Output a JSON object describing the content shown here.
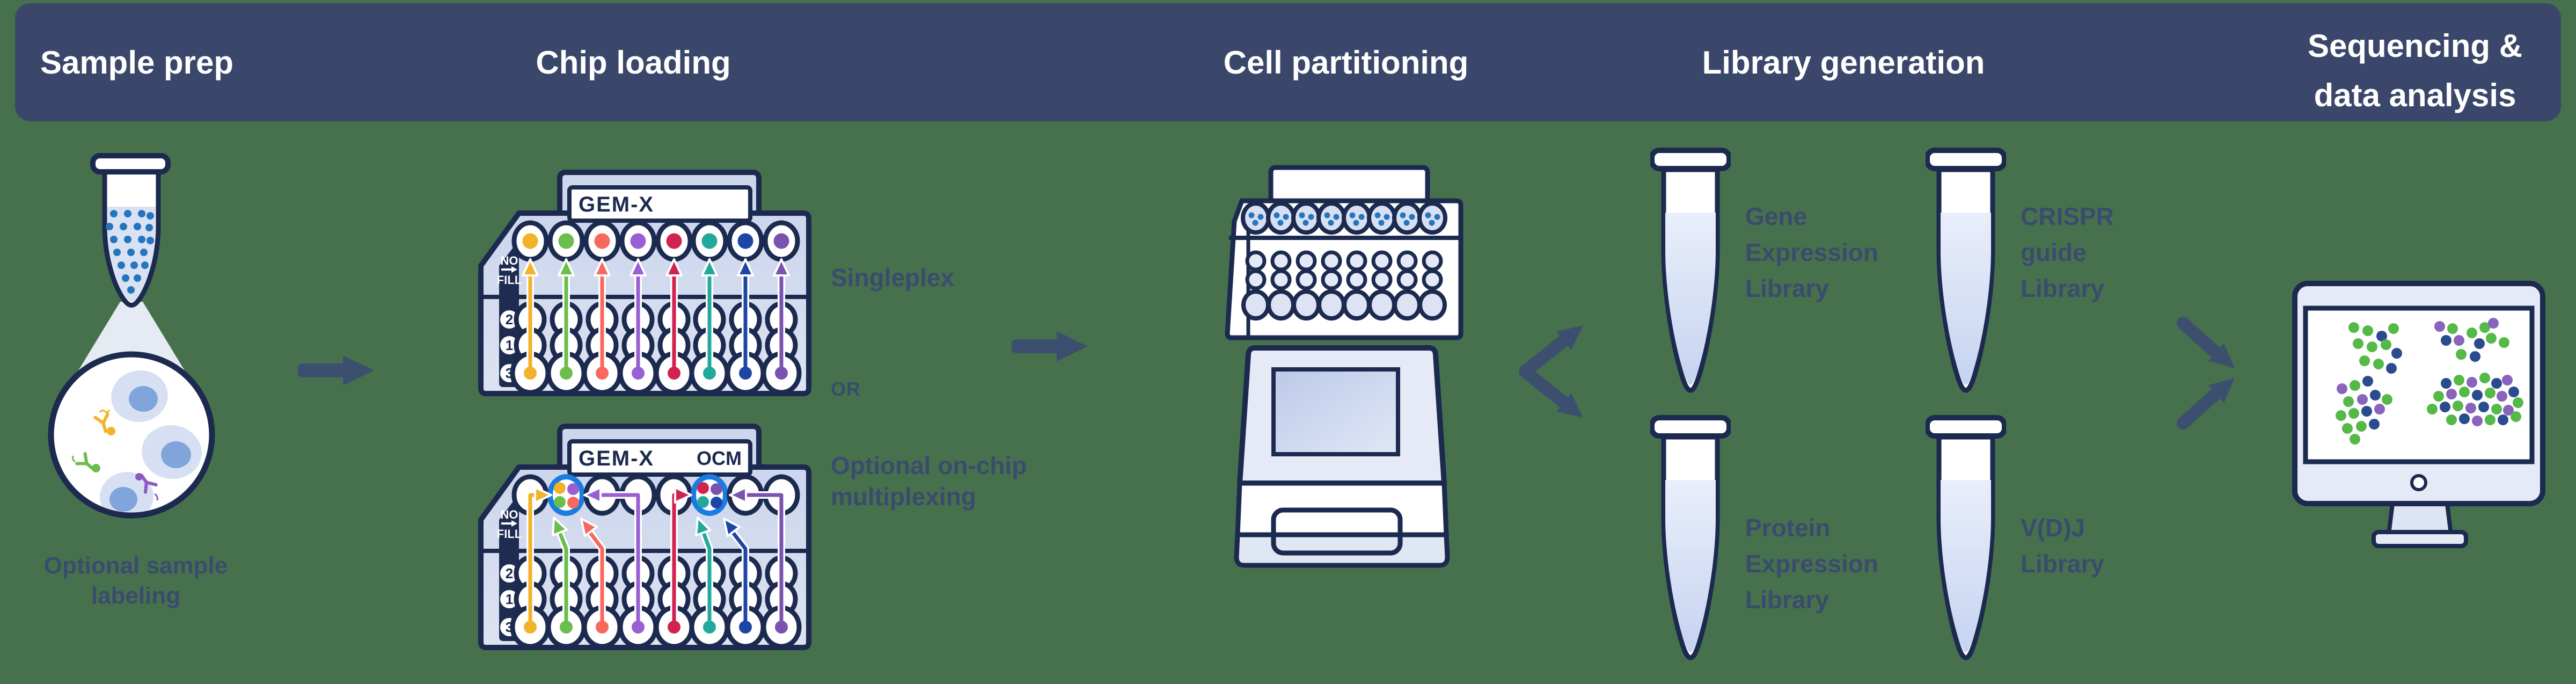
{
  "header": {
    "stages": [
      {
        "label": "Sample prep"
      },
      {
        "label": "Chip loading"
      },
      {
        "label": "Cell partitioning"
      },
      {
        "label": "Library generation"
      },
      {
        "label_line1": "Sequencing &",
        "label_line2": "data analysis"
      }
    ]
  },
  "sample_prep": {
    "caption_line1": "Optional sample",
    "caption_line2": "labeling"
  },
  "chip_loading": {
    "chip1_label": "GEM-X",
    "chip2_label": "GEM-X",
    "chip2_tag": "OCM",
    "no_fill_line1": "NO",
    "no_fill_line2": "FILL",
    "row_numbers": [
      "2",
      "1",
      "3"
    ],
    "option1_label": "Singleplex",
    "or_label": "OR",
    "option2_line1": "Optional on-chip",
    "option2_line2": "multiplexing"
  },
  "library": {
    "tubes": [
      {
        "line1": "Gene",
        "line2": "Expression",
        "line3": "Library"
      },
      {
        "line1": "CRISPR",
        "line2": "guide",
        "line3": "Library"
      },
      {
        "line1": "Protein",
        "line2": "Expression",
        "line3": "Library"
      },
      {
        "line1": "V(D)J",
        "line2": "Library",
        "line3": ""
      }
    ]
  },
  "colors": {
    "background": "#47704d",
    "header_bar": "#3a476a",
    "outline_navy": "#1b2a4e",
    "label_text": "#3a4c6e",
    "arrow": "#3d4f6e",
    "chip_body": "#ccd6ec",
    "chip_sidebar": "#1e2c52",
    "well_highlight": "#1a7be0",
    "sample_dot_blue": "#2575bd",
    "cluster_green": "#55b948",
    "cluster_navy": "#2b4b8f",
    "cluster_purple": "#8a63bd",
    "series": [
      "#f2b229",
      "#6abe4b",
      "#f9685e",
      "#9a5fd2",
      "#d0234f",
      "#23a99c",
      "#1c46a6",
      "#7a52b0"
    ]
  }
}
